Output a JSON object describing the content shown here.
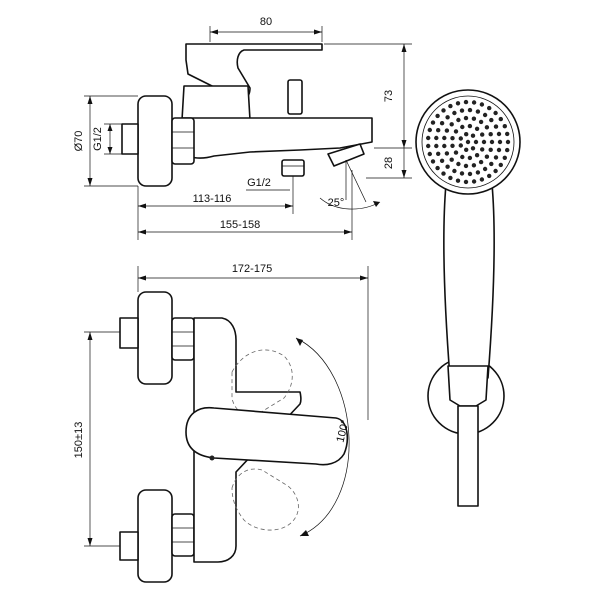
{
  "dimensions": {
    "width_80": "80",
    "height_73": "73",
    "diameter_70": "Ø70",
    "thread_inlet": "G1/2",
    "thread_outlet": "G1/2",
    "spout_28": "28",
    "depth_113_116": "113-116",
    "depth_155_158": "155-158",
    "spout_angle": "25°",
    "width_172_175": "172-175",
    "centres_150": "150±13",
    "lever_angle": "100°"
  }
}
